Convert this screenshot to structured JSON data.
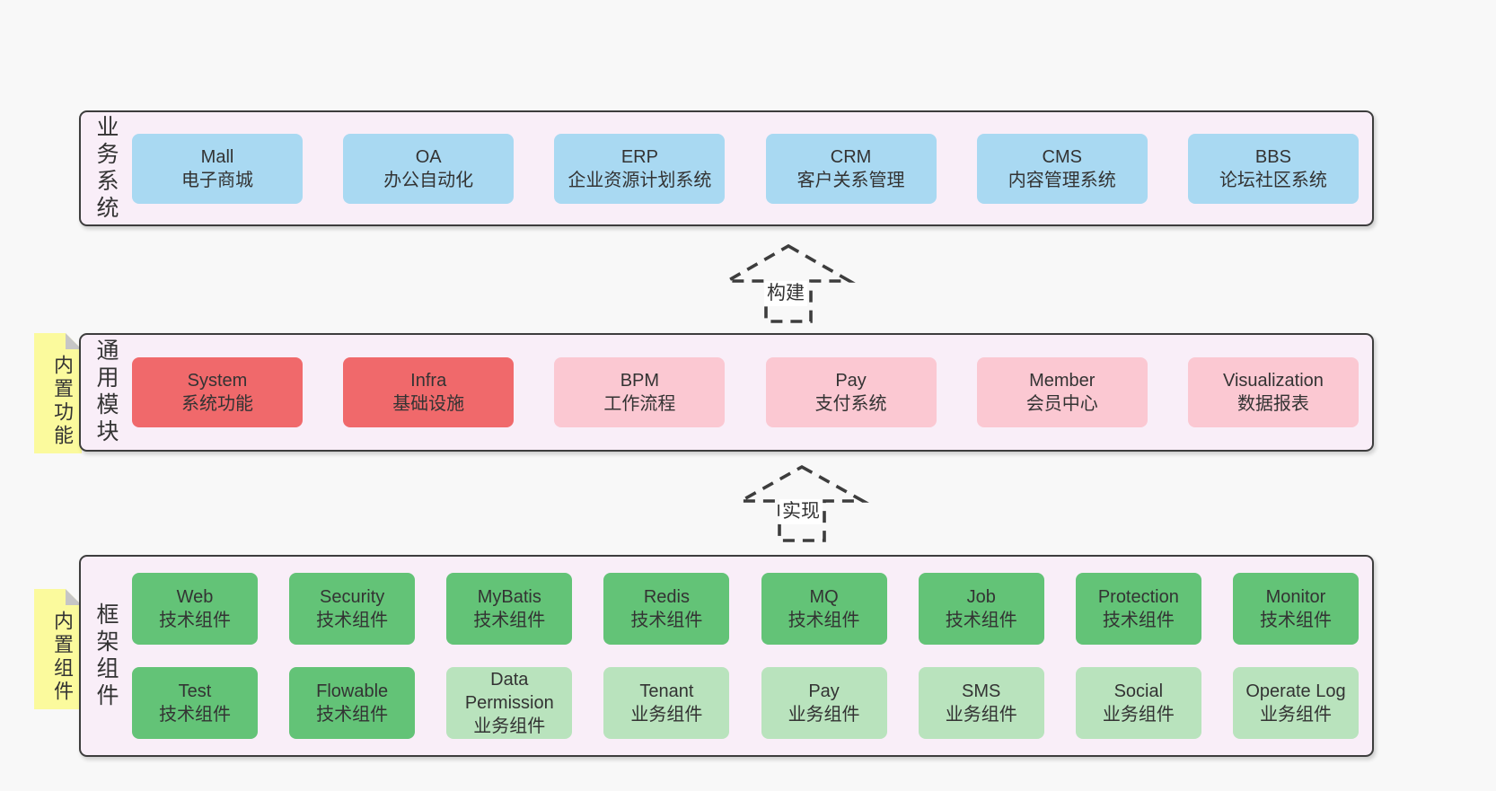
{
  "colors": {
    "pagebg": "#f8f8f8",
    "panel": "#f9eef8",
    "line": "#3d3d3d",
    "ink": "#333333",
    "blue": "#a9d9f2",
    "red": "#f0696b",
    "pink": "#fbc8d2",
    "green": "#63c377",
    "lightgreen": "#b9e3bd",
    "sticky": "#fbfa9d",
    "fold": "#c6c6c6",
    "labelbg": "#ffffff"
  },
  "arrows": [
    {
      "label": "构建"
    },
    {
      "label": "实现"
    }
  ],
  "layers": [
    {
      "label": "业务系统",
      "boxes": [
        {
          "en": "Mall",
          "zh": "电子商城"
        },
        {
          "en": "OA",
          "zh": "办公自动化"
        },
        {
          "en": "ERP",
          "zh": "企业资源计划系统"
        },
        {
          "en": "CRM",
          "zh": "客户关系管理"
        },
        {
          "en": "CMS",
          "zh": "内容管理系统"
        },
        {
          "en": "BBS",
          "zh": "论坛社区系统"
        }
      ]
    },
    {
      "label": "通用模块",
      "sticky": "内置功能",
      "boxes": [
        {
          "en": "System",
          "zh": "系统功能"
        },
        {
          "en": "Infra",
          "zh": "基础设施"
        },
        {
          "en": "BPM",
          "zh": "工作流程"
        },
        {
          "en": "Pay",
          "zh": "支付系统"
        },
        {
          "en": "Member",
          "zh": "会员中心"
        },
        {
          "en": "Visualization",
          "zh": "数据报表"
        }
      ]
    },
    {
      "label": "框架组件",
      "sticky": "内置组件",
      "rows": [
        [
          {
            "en": "Web",
            "zh": "技术组件"
          },
          {
            "en": "Security",
            "zh": "技术组件"
          },
          {
            "en": "MyBatis",
            "zh": "技术组件"
          },
          {
            "en": "Redis",
            "zh": "技术组件"
          },
          {
            "en": "MQ",
            "zh": "技术组件"
          },
          {
            "en": "Job",
            "zh": "技术组件"
          },
          {
            "en": "Protection",
            "zh": "技术组件"
          },
          {
            "en": "Monitor",
            "zh": "技术组件"
          }
        ],
        [
          {
            "en": "Test",
            "zh": "技术组件"
          },
          {
            "en": "Flowable",
            "zh": "技术组件"
          },
          {
            "en": "Data Permission",
            "zh": "业务组件"
          },
          {
            "en": "Tenant",
            "zh": "业务组件"
          },
          {
            "en": "Pay",
            "zh": "业务组件"
          },
          {
            "en": "SMS",
            "zh": "业务组件"
          },
          {
            "en": "Social",
            "zh": "业务组件"
          },
          {
            "en": "Operate Log",
            "zh": "业务组件"
          }
        ]
      ]
    }
  ]
}
